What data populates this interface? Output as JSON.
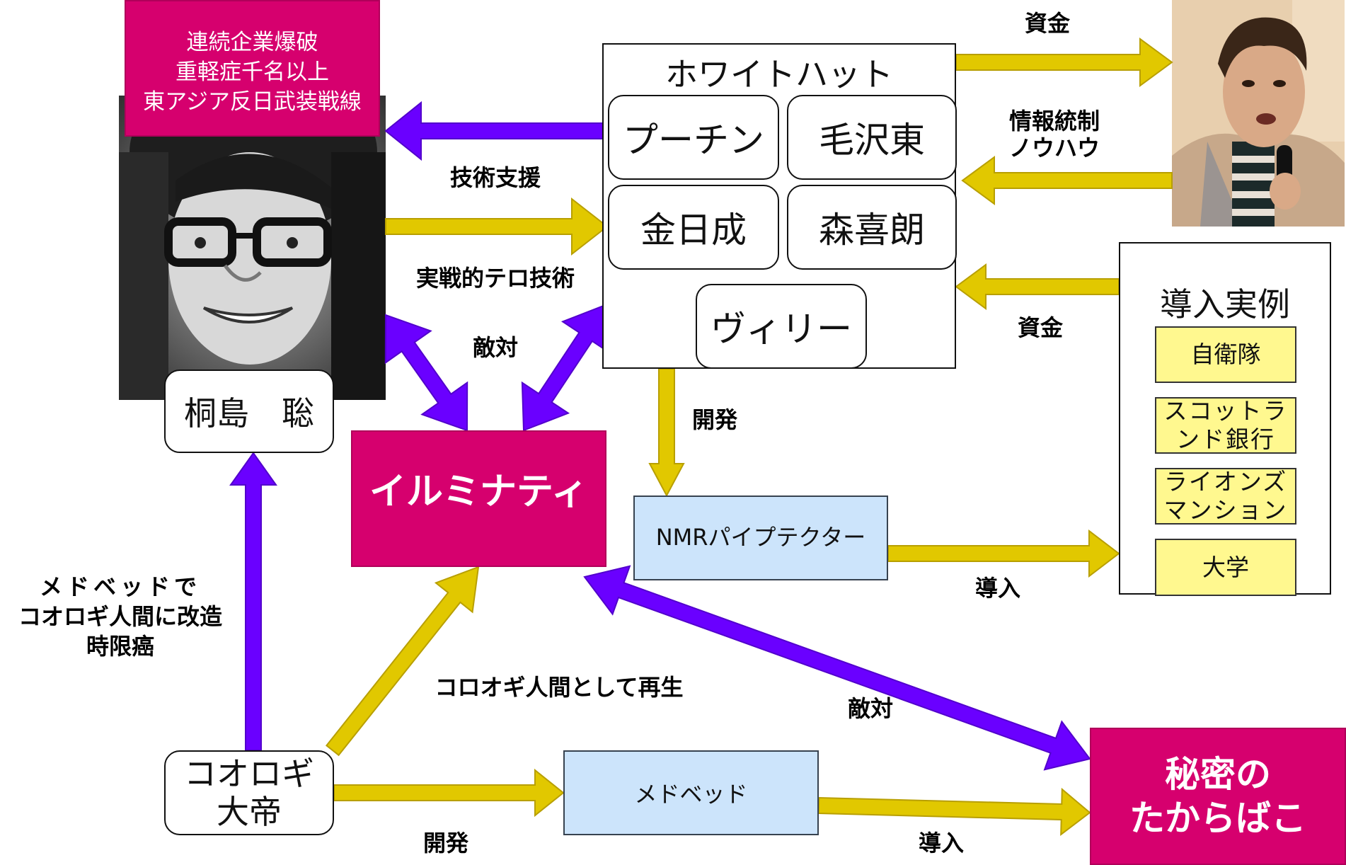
{
  "colors": {
    "pink": "#d6006e",
    "purple_arrow": "#6a00ff",
    "yellow_arrow": "#e1c800",
    "blue_box": "#cce4fb",
    "yellow_box": "#fff88f"
  },
  "nodes": {
    "crimes_box": {
      "lines": [
        "連続企業爆破",
        "重軽症千名以上",
        "東アジア反日武装戦線"
      ]
    },
    "kirishima_photo": {
      "icon": "portrait-photo-bw"
    },
    "kirishima_name": "桐島　聡",
    "white_hat": {
      "title": "ホワイトハット",
      "members": [
        "プーチン",
        "毛沢東",
        "金日成",
        "森喜朗",
        "ヴィリー"
      ]
    },
    "nakai_photo": {
      "icon": "portrait-photo-color"
    },
    "case_studies": {
      "title": "導入実例",
      "items": [
        "自衛隊",
        "スコットランド銀行",
        "ライオンズマンション",
        "大学"
      ]
    },
    "illuminati": "イルミナティ",
    "nmr": "NMRパイプテクター",
    "cricket_emperor": {
      "lines": [
        "コオロギ",
        "大帝"
      ]
    },
    "medbed": "メドベッド",
    "treasure_box": {
      "lines": [
        "秘密の",
        "たからばこ"
      ]
    }
  },
  "edges": {
    "tech_support": "技術支援",
    "practical_terror": "実戦的テロ技術",
    "hostile_1": "敵対",
    "funding_top": "資金",
    "info_control": [
      "情報統制",
      "ノウハウ"
    ],
    "funding_right": "資金",
    "develop_nmr": "開発",
    "introduce_nmr": "導入",
    "medbed_modify": [
      "メドベッドで",
      "コオロギ人間に改造",
      "時限癌"
    ],
    "rebirth": "コロオギ人間として再生",
    "hostile_2": "敵対",
    "develop_medbed": "開発",
    "introduce_medbed": "導入"
  }
}
